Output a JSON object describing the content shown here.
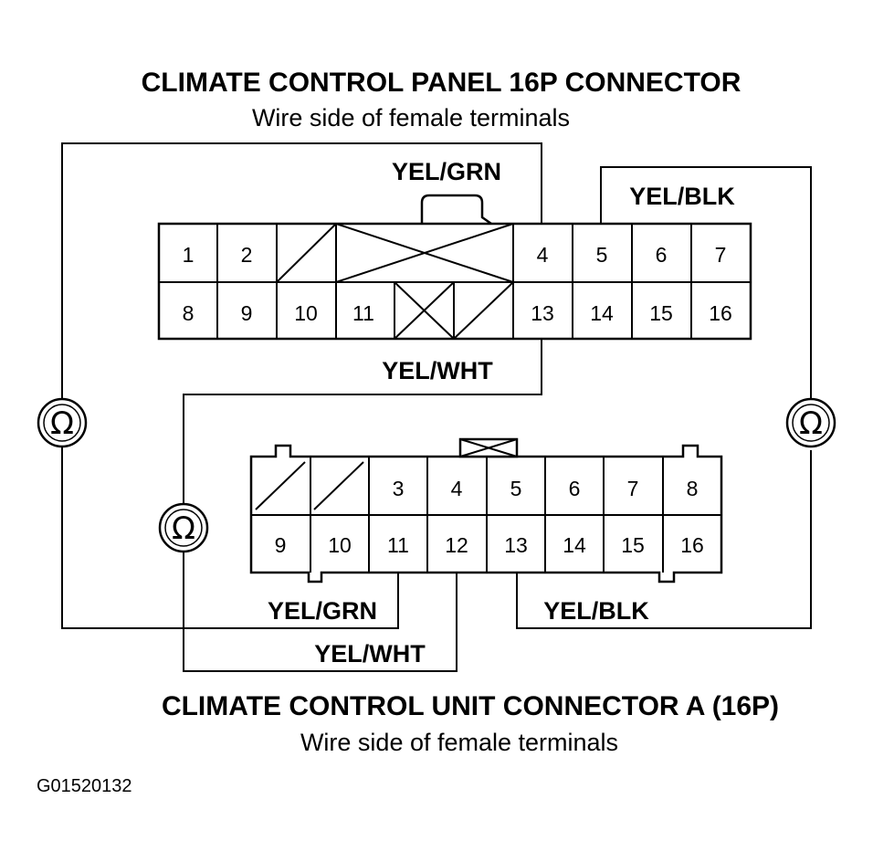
{
  "top_connector": {
    "title": "CLIMATE CONTROL PANEL 16P CONNECTOR",
    "subtitle": "Wire side of female terminals",
    "pins_row1": [
      "1",
      "2",
      "",
      "",
      "4",
      "5",
      "6",
      "7"
    ],
    "pins_row2": [
      "8",
      "9",
      "10",
      "11",
      "",
      "",
      "13",
      "14",
      "15",
      "16"
    ]
  },
  "bottom_connector": {
    "title": "CLIMATE CONTROL UNIT CONNECTOR A (16P)",
    "subtitle": "Wire side of female terminals",
    "pins_row1": [
      "",
      "",
      "3",
      "4",
      "5",
      "6",
      "7",
      "8"
    ],
    "pins_row2": [
      "9",
      "10",
      "11",
      "12",
      "13",
      "14",
      "15",
      "16"
    ]
  },
  "wires": {
    "top_yel_grn": "YEL/GRN",
    "top_yel_blk": "YEL/BLK",
    "top_yel_wht": "YEL/WHT",
    "bottom_yel_grn": "YEL/GRN",
    "bottom_yel_blk": "YEL/BLK",
    "bottom_yel_wht": "YEL/WHT"
  },
  "meters": {
    "left_symbol": "Ω",
    "middle_symbol": "Ω",
    "right_symbol": "Ω"
  },
  "figure_code": "G01520132"
}
